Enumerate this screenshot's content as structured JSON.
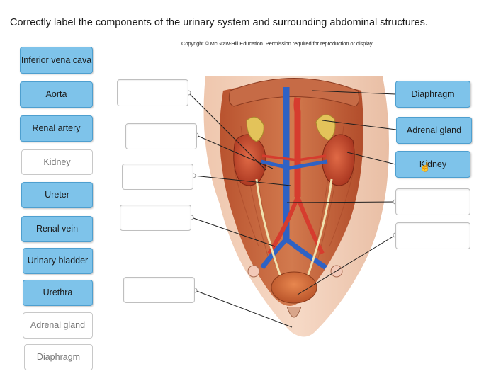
{
  "instruction": "Correctly label the components of the urinary system and surrounding abdominal structures.",
  "copyright": "Copyright © McGraw-Hill Education. Permission required for reproduction or display.",
  "label_bank": [
    {
      "label": "Inferior vena cava",
      "state": "active"
    },
    {
      "label": "Aorta",
      "state": "active"
    },
    {
      "label": "Renal artery",
      "state": "active"
    },
    {
      "label": "Kidney",
      "state": "used"
    },
    {
      "label": "Ureter",
      "state": "active"
    },
    {
      "label": "Renal vein",
      "state": "active"
    },
    {
      "label": "Urinary bladder",
      "state": "active"
    },
    {
      "label": "Urethra",
      "state": "active"
    },
    {
      "label": "Adrenal gland",
      "state": "used"
    },
    {
      "label": "Diaphragm",
      "state": "used"
    }
  ],
  "placed_labels": {
    "right_1": "Diaphragm",
    "right_2": "Adrenal gland",
    "right_3": "Kidney"
  },
  "colors": {
    "chip_fill": "#7ec3ea",
    "chip_border": "#4e9fcf",
    "vein_blue": "#2f62c4",
    "artery_red": "#d63c2e",
    "kidney": "#c2452d",
    "adrenal": "#e3c35a"
  }
}
